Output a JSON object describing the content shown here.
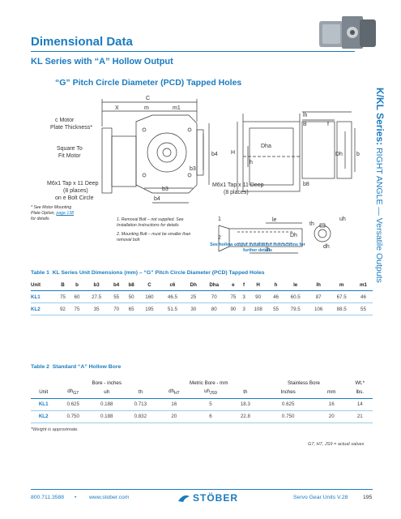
{
  "header": {
    "title": "Dimensional Data",
    "subtitle": "KL Series with “A” Hollow Output",
    "drawing_title": "“G” Pitch Circle Diameter (PCD) Tapped Holes"
  },
  "side_tab": {
    "series": "K/KL Series:",
    "description": "RIGHT ANGLE — Versatile Outputs"
  },
  "drawing": {
    "labels": {
      "C": "C",
      "X": "X",
      "m": "m",
      "m1": "m1",
      "c_motor_line1": "c Motor",
      "c_motor_line2": "Plate Thickness*",
      "square_line1": "Square To",
      "square_line2": "Fit Motor",
      "m6_left_line1": "M6x1 Tap x 11 Deep",
      "m6_left_line2": "(8 places)",
      "m6_left_line3": "on e Bolt Circle",
      "b3_a": "b3",
      "b3_b": "b3",
      "b4_a": "b4",
      "b4_b": "b4",
      "m6_mid_line1": "M6x1 Tap x 11 Deep",
      "m6_mid_line2": "(8 places)",
      "H": "H",
      "h": "h",
      "Dha": "Dha",
      "lh": "lh",
      "B": "B",
      "f": "f",
      "Dh": "Dh",
      "b": "b",
      "b8": "b8",
      "uh": "uh",
      "th": "th",
      "dh": "dh",
      "Dh2": "Dh",
      "le": "le",
      "lh2": "lh",
      "n1": "1",
      "n2": "2"
    },
    "notes": {
      "star": "* See Motor Mounting Plate Option,",
      "star_page": "page 138",
      "star_end": "for details.",
      "note1": "1. Removal Bolt – not supplied. See Installation Instructions for details",
      "note2": "2. Mounting Bolt – must be smaller than removal bolt",
      "hollow": "See hollow output installation instructions for further details"
    }
  },
  "table1": {
    "caption_label": "Table 1",
    "caption": "KL Series Unit Dimensions (mm) – “G” Pitch Circle Diameter (PCD) Tapped Holes",
    "headers": [
      "Unit",
      "B",
      "b",
      "b3",
      "b4",
      "b8",
      "C",
      "c6",
      "Dh",
      "Dha",
      "e",
      "f",
      "H",
      "h",
      "le",
      "lh",
      "m",
      "m1"
    ],
    "rows": [
      [
        "KL1",
        "75",
        "60",
        "27.5",
        "55",
        "50",
        "160",
        "46.5",
        "25",
        "70",
        "75",
        "3",
        "90",
        "46",
        "60.5",
        "87",
        "67.5",
        "46"
      ],
      [
        "KL2",
        "92",
        "75",
        "35",
        "70",
        "65",
        "195",
        "51.5",
        "30",
        "80",
        "90",
        "3",
        "108",
        "55",
        "79.5",
        "106",
        "88.5",
        "55"
      ]
    ]
  },
  "table2": {
    "caption_label": "Table 2",
    "caption": "Standard “A” Hollow Bore",
    "group_headers": {
      "bore_inches": "Bore - inches",
      "metric_bore": "Metric Bore - mm",
      "stainless": "Stainless Bore",
      "wt": "Wt.*"
    },
    "sub_headers": {
      "unit": "Unit",
      "dh": "dh",
      "dh_sub": "G7",
      "uh": "uh",
      "th": "th",
      "dh2": "dh",
      "dh2_sub": "H7",
      "uh2": "uh",
      "uh2_sub": "JS9",
      "th2": "th",
      "inches": "Inches",
      "mm": "mm",
      "lbs": "lbs."
    },
    "rows": [
      [
        "KL1",
        "0.625",
        "0.188",
        "0.713",
        "16",
        "5",
        "18.3",
        "0.625",
        "16",
        "14"
      ],
      [
        "KL2",
        "0.750",
        "0.188",
        "0.832",
        "20",
        "6",
        "22.8",
        "0.750",
        "20",
        "21"
      ]
    ],
    "footnote": "*Weight is approximate.",
    "legend": "G7, H7, JS9 = actual values"
  },
  "footer": {
    "phone": "800.711.3588",
    "bullet": "•",
    "url": "www.stober.com",
    "logo": "STÖBER",
    "catalog": "Servo Gear Units V.28",
    "page": "195"
  },
  "colors": {
    "brand_blue": "#1a7bbf",
    "row_rule": "#9ccbe8",
    "drawing_line": "#333333"
  }
}
